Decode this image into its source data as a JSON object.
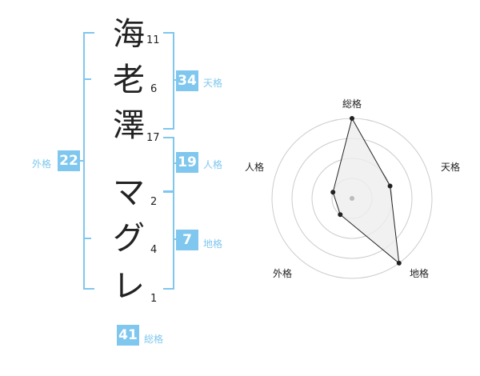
{
  "name": {
    "characters": [
      {
        "char": "海",
        "strokes": "11"
      },
      {
        "char": "老",
        "strokes": "6"
      },
      {
        "char": "澤",
        "strokes": "17"
      },
      {
        "char": "マ",
        "strokes": "2"
      },
      {
        "char": "グ",
        "strokes": "4"
      },
      {
        "char": "レ",
        "strokes": "1"
      }
    ]
  },
  "fortunes": {
    "ten": {
      "value": "34",
      "label": "天格"
    },
    "jin": {
      "value": "19",
      "label": "人格"
    },
    "chi": {
      "value": "7",
      "label": "地格"
    },
    "gai": {
      "value": "22",
      "label": "外格"
    },
    "sou": {
      "value": "41",
      "label": "総格"
    }
  },
  "radar": {
    "axes": [
      "総格",
      "天格",
      "地格",
      "外格",
      "人格"
    ],
    "levels": 4,
    "scores": [
      4,
      2,
      4,
      1,
      1
    ],
    "fill_color": "#eeeeee",
    "line_color": "#222222",
    "ring_color": "#cccccc"
  },
  "colors": {
    "accent": "#7fc7ee"
  }
}
